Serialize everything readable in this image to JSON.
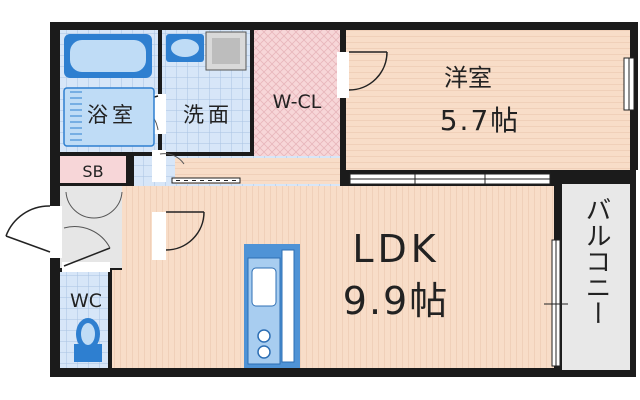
{
  "rooms": {
    "western": {
      "label": "洋室",
      "size": "5.7帖"
    },
    "ldk": {
      "label": "LDK",
      "size": "9.9帖"
    },
    "walk_in_closet": {
      "label": "W-CL"
    },
    "bath": {
      "label": "浴室"
    },
    "washroom": {
      "label": "洗面"
    },
    "shoe_box": {
      "label": "SB"
    },
    "toilet": {
      "label": "WC"
    },
    "balcony": {
      "label": "バルコニー"
    }
  },
  "colors": {
    "wall": "#1b1b1b",
    "floor_wood": "#f8ddc8",
    "floor_wood_line": "#e7c2aa",
    "wet_area_tile": "#d7e6f8",
    "wet_area_grid": "#a9c3e2",
    "closet_pink": "#f7d6d8",
    "closet_pattern": "#e8b6bb",
    "entrance_grey": "#e6e6e6",
    "balcony_grey": "#e8e8e8",
    "kitchen_blue": "#4f93d6",
    "fixture_blue": "#2e7fd0"
  }
}
